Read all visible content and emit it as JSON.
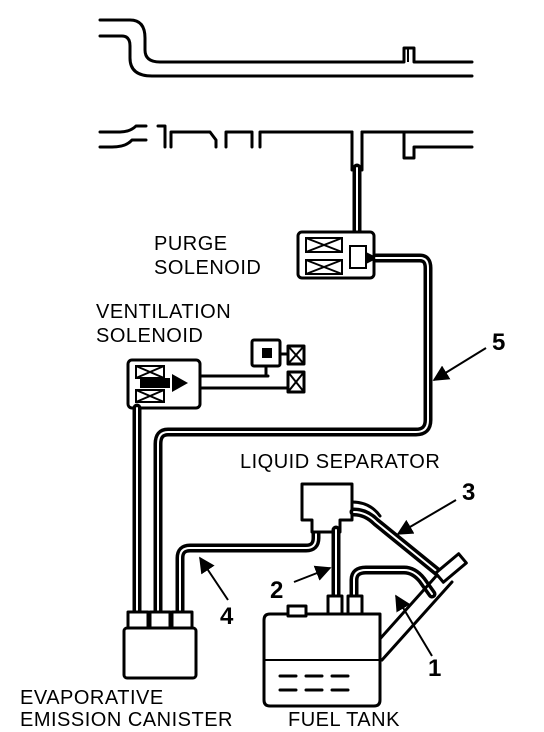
{
  "labels": {
    "purge_solenoid_1": "PURGE",
    "purge_solenoid_2": "SOLENOID",
    "ventilation_solenoid_1": "VENTILATION",
    "ventilation_solenoid_2": "SOLENOID",
    "liquid_separator": "LIQUID SEPARATOR",
    "canister_1": "EVAPORATIVE",
    "canister_2": "EMISSION CANISTER",
    "fuel_tank": "FUEL TANK"
  },
  "callouts": {
    "n1": "1",
    "n2": "2",
    "n3": "3",
    "n4": "4",
    "n5": "5"
  }
}
